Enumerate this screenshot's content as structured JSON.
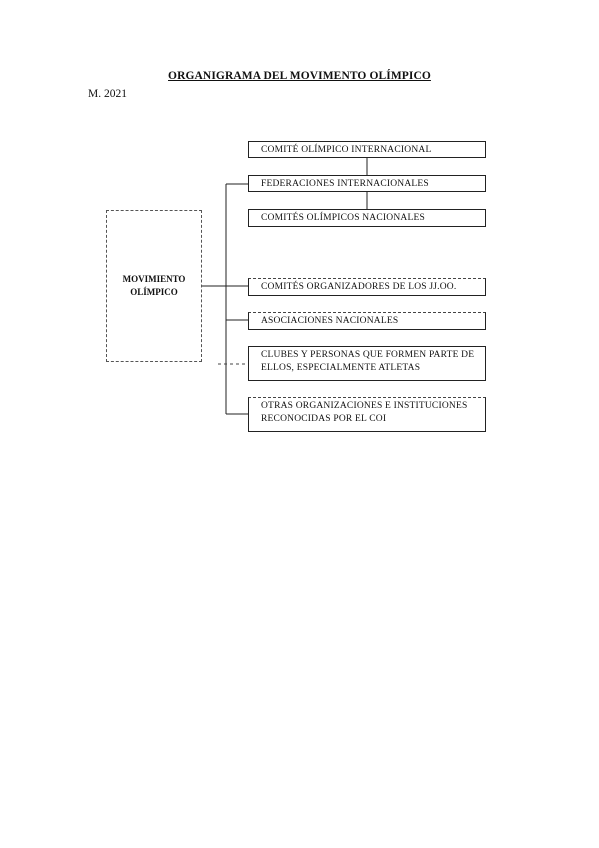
{
  "document": {
    "title": "ORGANIGRAMA DEL MOVIMENTO OLÍMPICO",
    "date": "M. 2021"
  },
  "diagram": {
    "root": "MOVIMIENTO\nOLÍMPICO",
    "nodes": [
      "COMITÉ OLÍMPICO INTERNACIONAL",
      "FEDERACIONES INTERNACIONALES",
      "COMITÉS OLÍMPICOS NACIONALES",
      "COMITÉS ORGANIZADORES DE LOS JJ.OO.",
      "ASOCIACIONES NACIONALES",
      "CLUBES Y PERSONAS QUE FORMEN PARTE DE ELLOS, ESPECIALMENTE ATLETAS",
      "OTRAS ORGANIZACIONES E INSTITUCIONES RECONOCIDAS POR EL COI"
    ]
  }
}
